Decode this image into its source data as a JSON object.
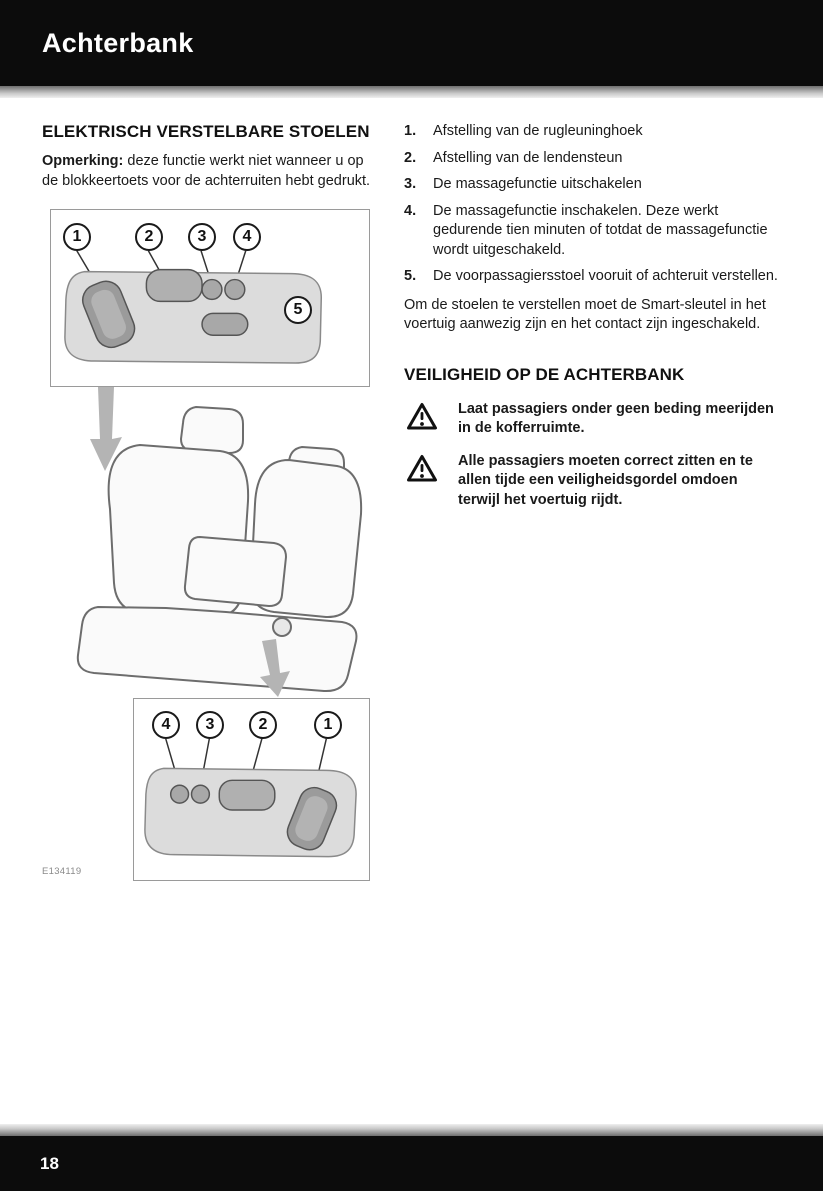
{
  "page": {
    "header_title": "Achterbank",
    "page_number": "18"
  },
  "left": {
    "section_title": "ELEKTRISCH VERSTELBARE STOELEN",
    "note_label": "Opmerking:",
    "note_text": " deze functie werkt niet wanneer u op de blokkeertoets voor de achterruiten hebt gedrukt.",
    "figure_code": "E134119",
    "figure_top_callouts": [
      "1",
      "2",
      "3",
      "4",
      "5"
    ],
    "figure_bottom_callouts": [
      "4",
      "3",
      "2",
      "1"
    ]
  },
  "right": {
    "list": [
      {
        "num": "1.",
        "text": "Afstelling van de rugleuninghoek"
      },
      {
        "num": "2.",
        "text": "Afstelling van de lendensteun"
      },
      {
        "num": "3.",
        "text": "De massagefunctie uitschakelen"
      },
      {
        "num": "4.",
        "text": "De massagefunctie inschakelen. Deze werkt gedurende tien minuten of totdat de massagefunctie wordt uitgeschakeld."
      },
      {
        "num": "5.",
        "text": "De voorpassagiersstoel vooruit of achteruit verstellen."
      }
    ],
    "paragraph": "Om de stoelen te verstellen moet de Smart-sleutel in het voertuig aanwezig zijn en het contact zijn ingeschakeld.",
    "safety_title": "VEILIGHEID OP DE ACHTERBANK",
    "warnings": [
      "Laat passagiers onder geen beding meerijden in de kofferruimte.",
      "Alle passagiers moeten correct zitten en te allen tijde een veiligheidsgordel omdoen terwijl het voertuig rijdt."
    ]
  }
}
